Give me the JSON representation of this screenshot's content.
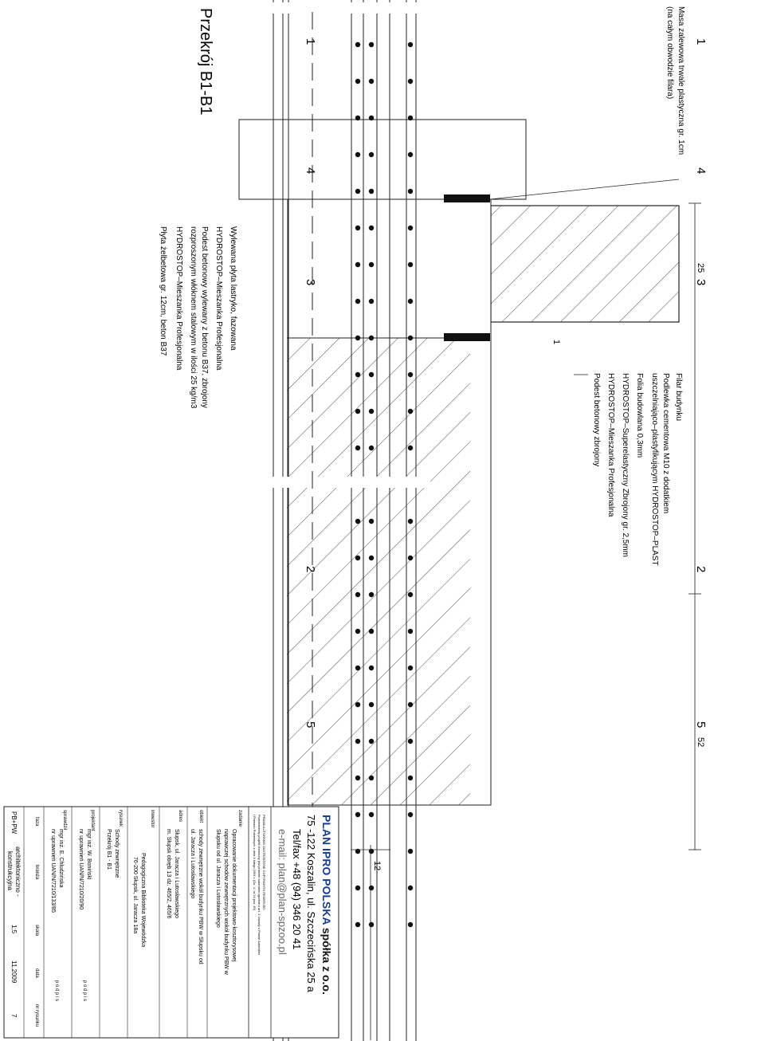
{
  "title": "Przekrój B1-B1",
  "top_note": [
    "Masa zalewowa trwale plastyczna gr. 1cm",
    "(na całym obwodzie filara)"
  ],
  "upper_labels": [
    "Filar budynku",
    "Podlewka cementowa M10 z dodatkiem",
    "uszczelniająco–plastyfikującym HYDROSTOP–PLAST",
    "Folia budowlana 0,3mm",
    "HYDROSTOP–Superelastyczny Zbrojony gr. 2,5mm",
    "HYDROSTOP–Mieszanka Profesjonalna",
    "Podest betonowy zbrojony"
  ],
  "lower_labels": [
    "Wylewana płyta lastryko, fazowana",
    "HYDROSTOP–Mieszanka Profesjonalna",
    "Podest betonowy wylewany z betonu B37, zbrojony",
    "rozproszonym włóknem stalowym w ilości 25 kg/m3",
    "HYDROSTOP–Mieszanka Profesjonalna",
    "Płyta żelbetowa gr. 12cm, beton B37"
  ],
  "section_marks": [
    "1",
    "4",
    "3",
    "2",
    "5"
  ],
  "dimensions": {
    "d25": "25",
    "d52": "52",
    "d12": "12",
    "d1": "1"
  },
  "company": {
    "name_a": "PLAN IPRO",
    "name_b": " POLSKA",
    "name_c": " spółka z o.o.",
    "address": "75 -122 Koszalin, ul. Szczecińska 25 a",
    "phone": "Tel/fax +48 (94) 346 20 41",
    "email": "e-mail: plan@plan-spzoo.pl",
    "copyright_1": "PRAWA AUTORSKIE ZASTRZEŻONE   COPYRIGHTS RESERVED",
    "copyright_2": "Przedmiotowy projekt chroniony jest prawem autorskim zgodnie z art. 1 Ustawy o Prawie Autorskim",
    "copyright_3": "i Prawach Pokrewnych z dnia 4 lutego 1994 r. (Dz. U. nr 24 poz. 83)"
  },
  "title_block": {
    "zadanie_label": "zadanie",
    "zadanie": [
      "Opracowanie dokumentacji projektowo-kosztorysowej",
      "naprawczej schodów zewnętrznych wokół budynku PBW w",
      "Słupsku od ul. Jaracza i Lutosławskiego"
    ],
    "obiekt_label": "obiekt",
    "obiekt": [
      "schody zewnętrzne wokół budynku PBW w Słupsku od",
      "ul. Jaracza i Lutosławskiego"
    ],
    "adres_label": "adres",
    "adres": [
      "Słupsk, ul. Jaracza i Lutosławskiego",
      "m. Słupsk obręb 13 dz. 465/2, 465/6"
    ],
    "inwestor_label": "inwestor",
    "inwestor": [
      "Pedagogiczna Biblioteka Wojewódzka",
      "76-200 Słupsk, ul. Jaracza 18a"
    ],
    "rysunek_label": "rysunek",
    "rysunek": [
      "Schody zewnętrzne",
      "Przekrój B1 - B1"
    ],
    "projektant_label": "projektant",
    "projektant": [
      "mgr inż. W. Boniński",
      "nr uprawnień UAN/N/7210/20/90"
    ],
    "sprawdzil_label": "sprawdził",
    "sprawdzil": [
      "mgr inż. E. Chludzińska",
      "nr uprawnień UAN/N/7210/133/85"
    ],
    "podpis_1": "p o d p i s",
    "podpis_2": "p o d p i s",
    "faza_label": "faza",
    "branza_label": "branża",
    "skala_label": "skala",
    "data_label": "data",
    "nr_rysunku_label": "nr rysunku",
    "faza": "PB+PW",
    "branza": [
      "architektoniczno -",
      "konstrukcyjna"
    ],
    "skala": "1:5",
    "data": "11.2009",
    "nr_rysunku": "7"
  }
}
